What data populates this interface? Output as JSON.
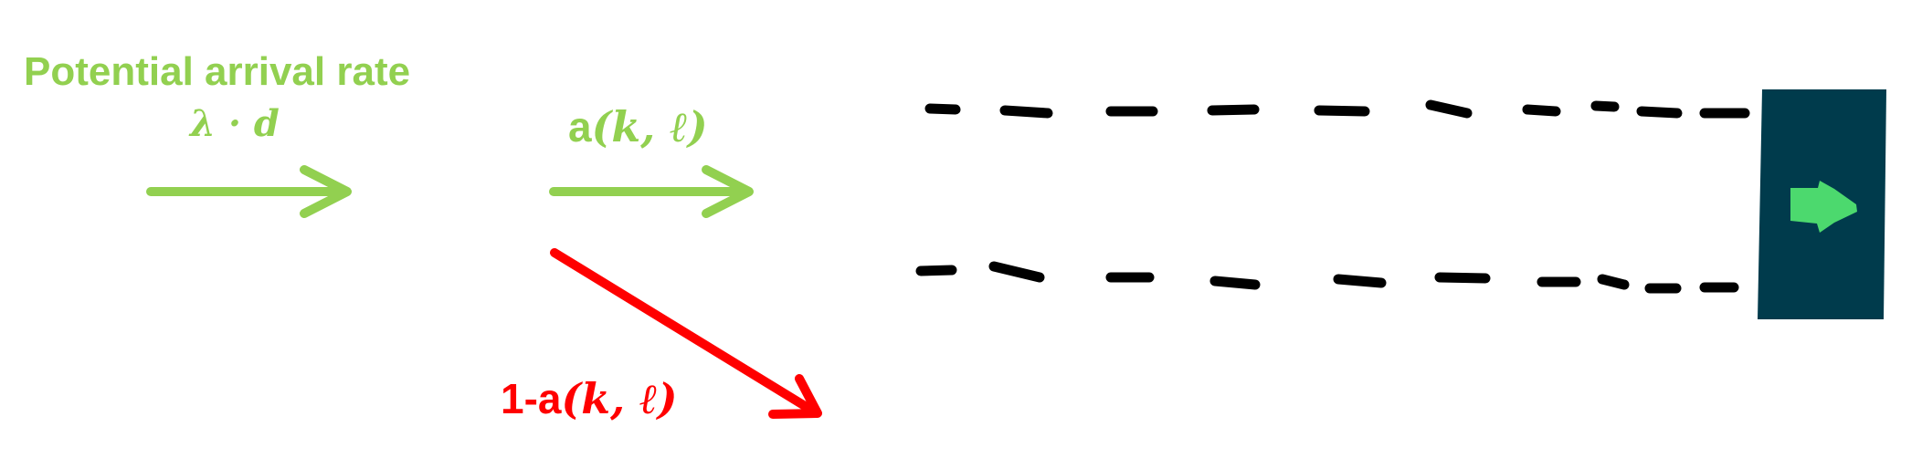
{
  "diagram": {
    "title": "Potential arrival rate",
    "potential_rate": "λ · d",
    "accept_prefix": "a",
    "accept_args": "(k, ℓ)",
    "reject_prefix": "1-a",
    "reject_args": "(k, ℓ)",
    "colors": {
      "green": "#92D050",
      "red": "#FF0000",
      "dash": "#000000",
      "server": "#003B4C",
      "server_arrow": "#4CD96E"
    },
    "icons": {
      "server_arrow": "right-arrow-icon"
    }
  }
}
